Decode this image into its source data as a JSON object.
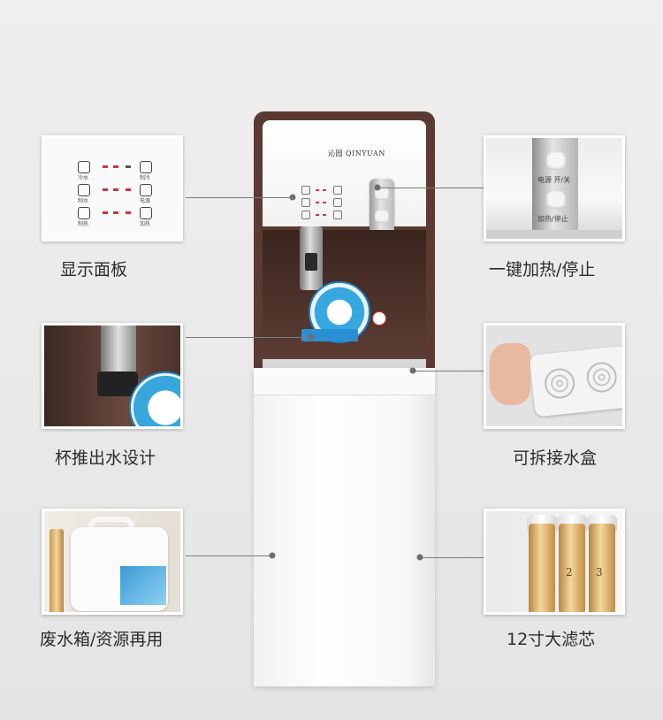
{
  "brand": "沁园 QINYUAN",
  "callouts": {
    "display_panel": "显示面板",
    "one_touch_heating": "一键加热/停止",
    "cup_push_outlet": "杯推出水设计",
    "removable_drip_tray": "可拆接水盒",
    "waste_water_box": "废水箱/资源再用",
    "filter_12_inch": "12寸大滤芯"
  },
  "panel_labels": {
    "cold_water": "冷水",
    "cooling": "制冷",
    "hot_water": "制热",
    "power": "电源",
    "ready_water": "制水",
    "heating": "加热"
  },
  "switch_labels": {
    "power_on_off": "电源 开/关",
    "heat_on_off": "加热/停止"
  },
  "filter_numbers": [
    "2",
    "3"
  ]
}
